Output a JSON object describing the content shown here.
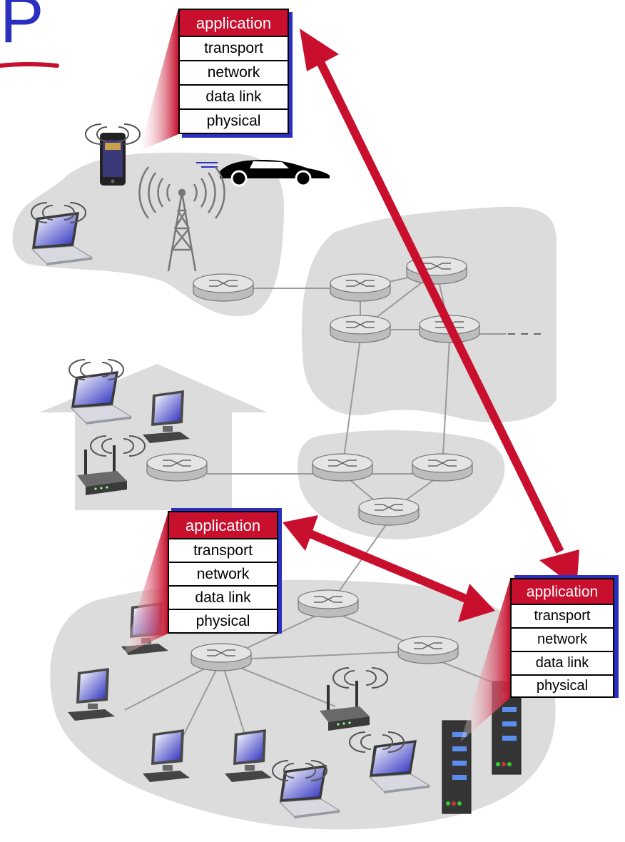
{
  "title_glyph": "P",
  "stack_layers": [
    "application",
    "transport",
    "network",
    "data link",
    "physical"
  ],
  "colors": {
    "protocol_red": "#c8102e",
    "accent_blue": "#2b2fbf",
    "cloud_gray": "#dcdcdc",
    "router_gray": "#cfcfcf",
    "link_gray": "#9a9a9a"
  },
  "icons": [
    "smartphone-icon",
    "laptop-icon",
    "car-icon",
    "cell-tower-icon",
    "router-icon",
    "desktop-computer-icon",
    "wifi-access-point-icon",
    "server-icon",
    "wireless-signal-icon",
    "house-icon"
  ]
}
